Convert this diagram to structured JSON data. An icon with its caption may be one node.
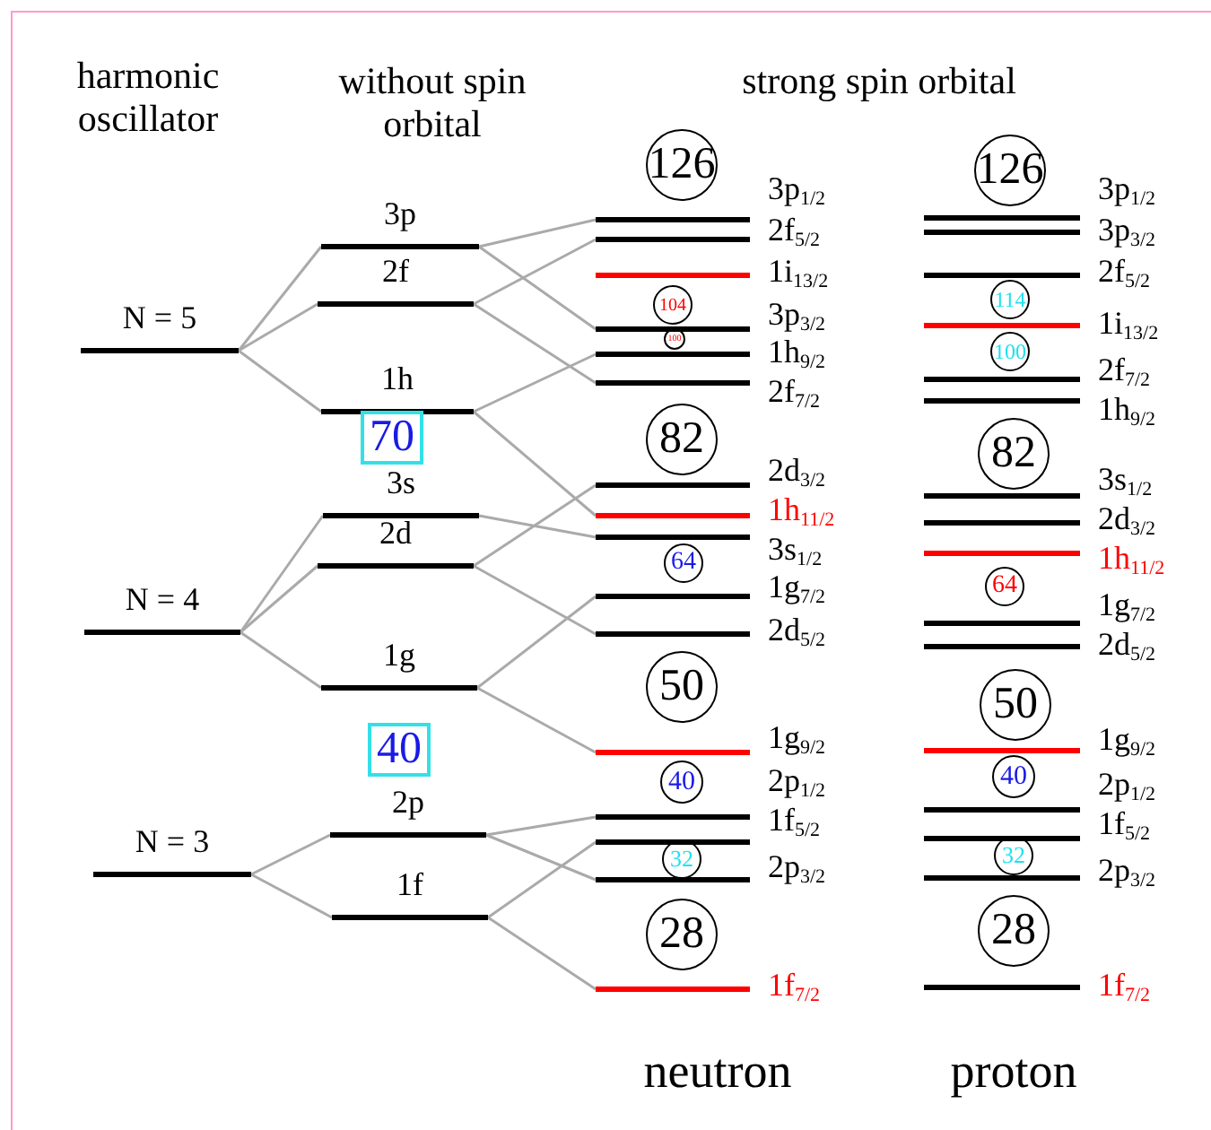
{
  "diagram": {
    "nodes": [
      {
        "text": [
          "N = 5"
        ]
      },
      {
        "text": [
          "N = 4"
        ]
      },
      {
        "text": [
          "N = 3"
        ]
      },
      {
        "text": [
          "3p"
        ]
      },
      {
        "text": [
          "2f"
        ]
      },
      {
        "text": [
          "1h"
        ]
      },
      {
        "text": [
          "70"
        ]
      },
      {
        "text": [
          "3s"
        ]
      },
      {
        "text": [
          "2d"
        ]
      },
      {
        "text": [
          "1g"
        ]
      },
      {
        "text": [
          "40"
        ]
      },
      {
        "text": [
          "2p"
        ]
      },
      {
        "text": [
          "1f"
        ]
      },
      {
        "text": [
          "126"
        ]
      },
      {
        "text": [
          "3p$_{1/2}$"
        ]
      },
      {
        "text": [
          "2f$_{5/2}$"
        ]
      },
      {
        "text": [
          "1i$_{13/2}$"
        ]
      },
      {
        "text": [
          "104"
        ]
      },
      {
        "text": [
          "3p$_{3/2}$"
        ]
      },
      {
        "text": [
          "100"
        ]
      },
      {
        "text": [
          "1h$_{9/2}$"
        ]
      },
      {
        "text": [
          "2f$_{7/2}$"
        ]
      },
      {
        "text": [
          "82"
        ]
      },
      {
        "text": [
          "2d$_{3/2}$"
        ]
      },
      {
        "text": [
          "1h$_{11/2}$"
        ]
      },
      {
        "text": [
          "3s$_{1/2}$"
        ]
      },
      {
        "text": [
          "64"
        ]
      },
      {
        "text": [
          "1g$_{7/2}$"
        ]
      },
      {
        "text": [
          "2d$_{5/2}$"
        ]
      },
      {
        "text": [
          "50"
        ]
      },
      {
        "text": [
          "1g$_{9/2}$"
        ]
      },
      {
        "text": [
          "40"
        ]
      },
      {
        "text": [
          "2p$_{1/2}$"
        ]
      },
      {
        "text": [
          "1f$_{5/2}$"
        ]
      },
      {
        "text": [
          "32"
        ]
      },
      {
        "text": [
          "2p$_{3/2}$"
        ]
      },
      {
        "text": [
          "28"
        ]
      },
      {
        "text": [
          "1f$_{7/2}$"
        ]
      },
      {
        "text": [
          "126"
        ]
      },
      {
        "text": [
          "3p$_{1/2}$"
        ]
      },
      {
        "text": [
          "3p$_{3/2}$"
        ]
      },
      {
        "text": [
          "2f$_{5/2}$"
        ]
      },
      {
        "text": [
          "114"
        ]
      },
      {
        "text": [
          "1i$_{13/2}$"
        ]
      },
      {
        "text": [
          "100"
        ]
      },
      {
        "text": [
          "2f$_{7/2}$"
        ]
      },
      {
        "text": [
          "1h$_{9/2}$"
        ]
      },
      {
        "text": [
          "82"
        ]
      },
      {
        "text": [
          "3s$_{1/2}$"
        ]
      },
      {
        "text": [
          "2d$_{3/2}$"
        ]
      },
      {
        "text": [
          "1h$_{11/2}$"
        ]
      },
      {
        "text": [
          "64"
        ]
      },
      {
        "text": [
          "1g$_{7/2}$"
        ]
      },
      {
        "text": [
          "2d$_{5/2}$"
        ]
      },
      {
        "text": [
          "50"
        ]
      },
      {
        "text": [
          "1g$_{9/2}$"
        ]
      },
      {
        "text": [
          "40"
        ]
      },
      {
        "text": [
          "2p$_{1/2}$"
        ]
      },
      {
        "text": [
          "1f$_{5/2}$"
        ]
      },
      {
        "text": [
          "32"
        ]
      },
      {
        "text": [
          "2p$_{3/2}$"
        ]
      },
      {
        "text": [
          "28"
        ]
      },
      {
        "text": [
          "1f$_{7/2}$"
        ]
      }
    ],
    "edges": [
      {
        "from": 0,
        "to": 3,
        "arrow": "none"
      },
      {
        "from": 0,
        "to": 4,
        "arrow": "none"
      },
      {
        "from": 0,
        "to": 5,
        "arrow": "none"
      },
      {
        "from": 1,
        "to": 7,
        "arrow": "none"
      },
      {
        "from": 1,
        "to": 8,
        "arrow": "none"
      },
      {
        "from": 1,
        "to": 9,
        "arrow": "none"
      },
      {
        "from": 2,
        "to": 11,
        "arrow": "none"
      },
      {
        "from": 2,
        "to": 12,
        "arrow": "none"
      },
      {
        "from": 3,
        "to": 14,
        "arrow": "none"
      },
      {
        "from": 3,
        "to": 18,
        "arrow": "none"
      },
      {
        "from": 4,
        "to": 15,
        "arrow": "none"
      },
      {
        "from": 4,
        "to": 21,
        "arrow": "none"
      },
      {
        "from": 5,
        "to": 20,
        "arrow": "none"
      },
      {
        "from": 5,
        "to": 24,
        "arrow": "none"
      },
      {
        "from": 7,
        "to": 25,
        "arrow": "none"
      },
      {
        "from": 8,
        "to": 23,
        "arrow": "none"
      },
      {
        "from": 8,
        "to": 28,
        "arrow": "none"
      },
      {
        "from": 9,
        "to": 27,
        "arrow": "none"
      },
      {
        "from": 9,
        "to": 30,
        "arrow": "none"
      },
      {
        "from": 11,
        "to": 32,
        "arrow": "none"
      },
      {
        "from": 11,
        "to": 35,
        "arrow": "none"
      },
      {
        "from": 12,
        "to": 33,
        "arrow": "none"
      },
      {
        "from": 12,
        "to": 37,
        "arrow": "none"
      }
    ],
    "labels": [
      "harmonic oscillator",
      "without spin orbital",
      "strong spin orbital",
      "neutron",
      "proton"
    ]
  }
}
